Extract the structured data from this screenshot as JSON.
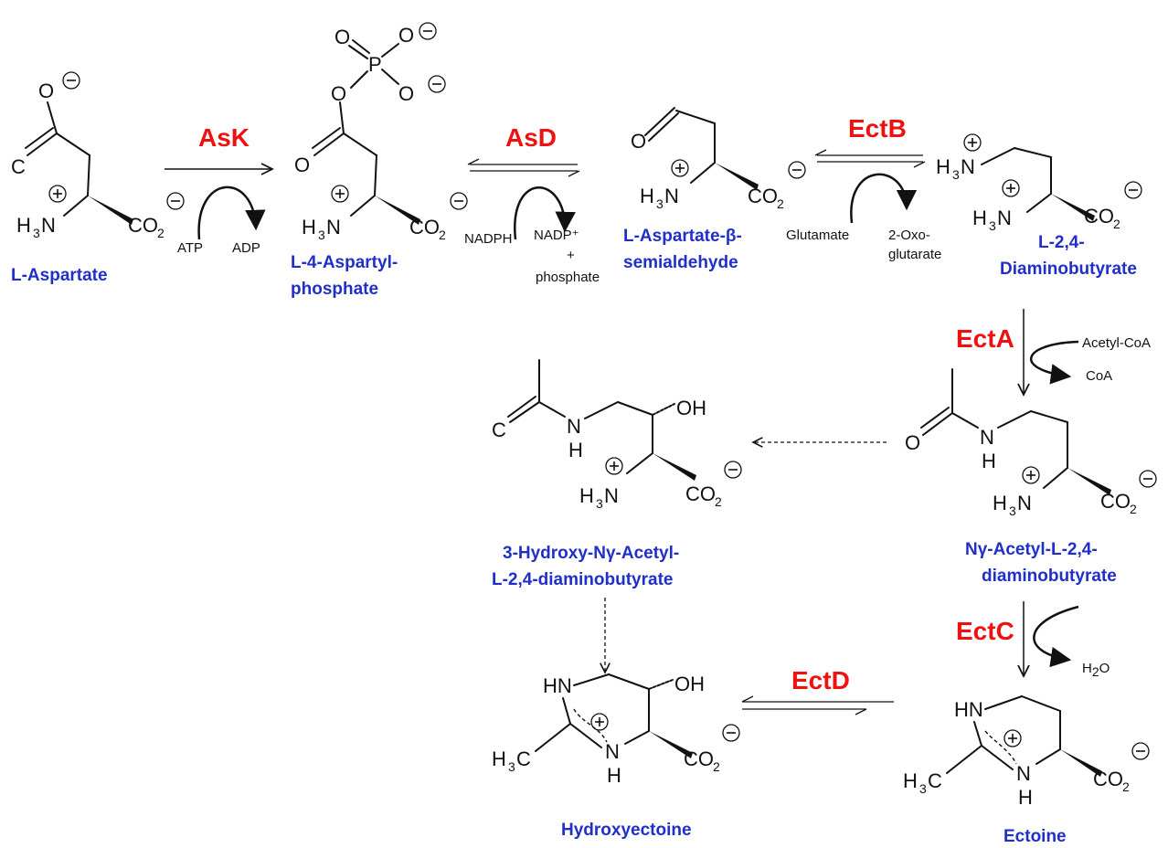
{
  "colors": {
    "enzyme": "#ee1111",
    "compound_name": "#1f2fc8",
    "structure": "#111111"
  },
  "compounds": {
    "aspartate": "L-Aspartate",
    "aspartyl_phosphate": [
      "L-4-Aspartyl-",
      "phosphate"
    ],
    "aspartate_semialdehyde": [
      "L-Aspartate-β-",
      "semialdehyde"
    ],
    "diaminobutyrate": [
      "L-2,4-",
      "Diaminobutyrate"
    ],
    "acetyl_dab": [
      "Nγ-Acetyl-L-2,4-",
      "diaminobutyrate"
    ],
    "hydroxy_acetyl_dab": [
      "3-Hydroxy-Nγ-Acetyl-",
      "L-2,4-diaminobutyrate"
    ],
    "hydroxyectoine": "Hydroxyectoine",
    "ectoine": "Ectoine"
  },
  "enzymes": {
    "ask": "AsK",
    "asd": "AsD",
    "ectb": "EctB",
    "ecta": "EctA",
    "ectc": "EctC",
    "ectd": "EctD"
  },
  "cofactors": {
    "atp": "ATP",
    "adp": "ADP",
    "nadph": "NADPH",
    "nadp": "NADP⁺",
    "plus": "+",
    "phosphate": "phosphate",
    "glutamate": "Glutamate",
    "oxoglutarate": [
      "2-Oxo-",
      "glutarate"
    ],
    "acetyl_coa": "Acetyl-CoA",
    "coa": "CoA",
    "h2o": "H",
    "h2o_sub": "2",
    "h2o_o": "O"
  }
}
